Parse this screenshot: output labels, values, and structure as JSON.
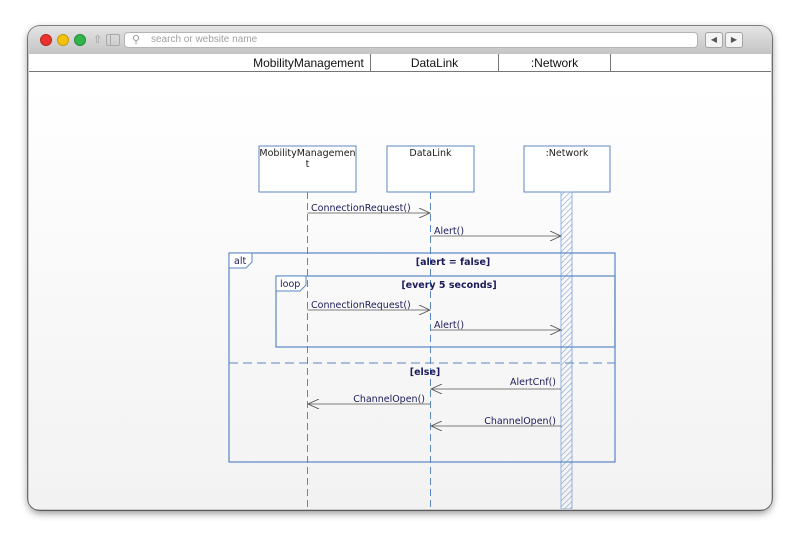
{
  "browser": {
    "search_placeholder": "search or website name",
    "back_icon": "◀",
    "forward_icon": "▶"
  },
  "lanes": [
    "MobilityManagement",
    "DataLink",
    ":Network"
  ],
  "lifelines": {
    "mobility_line1": "MobilityManagemen",
    "mobility_line2": "t",
    "datalink": "DataLink",
    "network": ":Network"
  },
  "messages": {
    "m1": "ConnectionRequest()",
    "m2": "Alert()",
    "m3": "ConnectionRequest()",
    "m4": "Alert()",
    "m5": "AlertCnf()",
    "m6": "ChannelOpen()",
    "m7": "ChannelOpen()"
  },
  "fragments": {
    "alt_tag": "alt",
    "alt_guard": "[alert = false]",
    "loop_tag": "loop",
    "loop_guard": "[every 5 seconds]",
    "else_guard": "[else]"
  },
  "colors": {
    "frame": "#5b87c4",
    "lifeline": "#5b87c4",
    "message": "#555555",
    "label": "#1b1b5a"
  }
}
